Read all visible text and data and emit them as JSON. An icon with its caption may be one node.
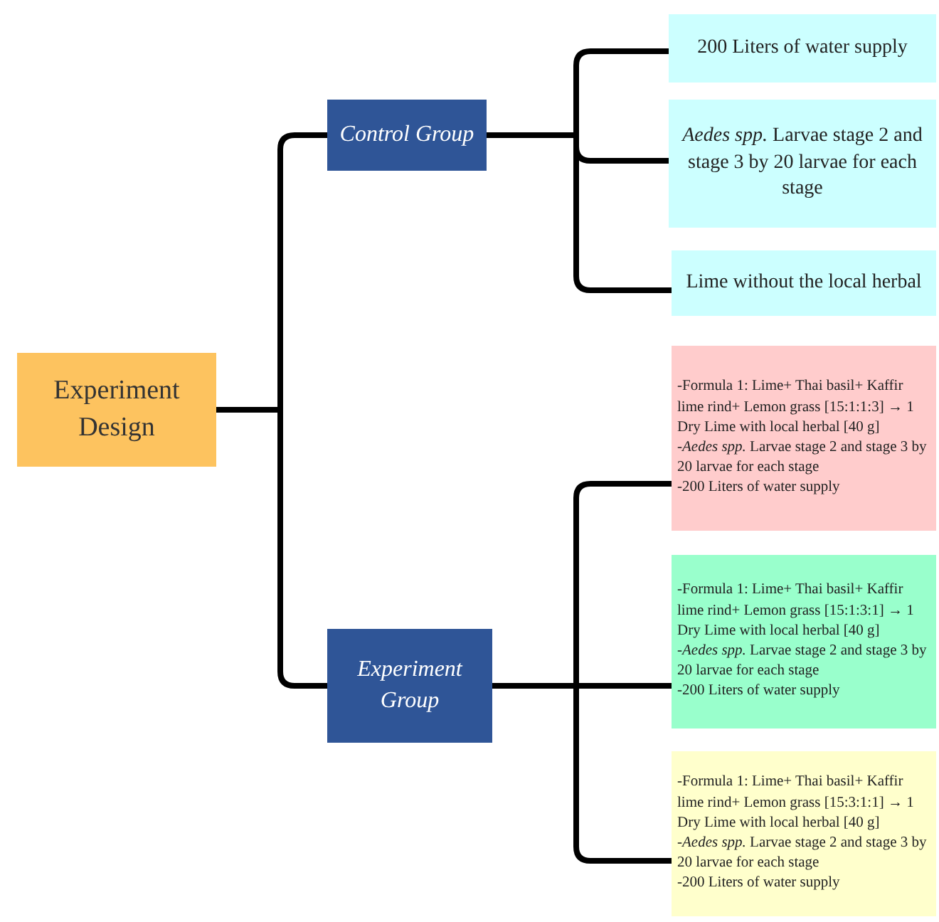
{
  "diagram": {
    "nodes": [
      {
        "text": [
          "Experiment Design"
        ]
      },
      {
        "text": [
          "Control Group"
        ]
      },
      {
        "text": [
          "Experiment Group"
        ]
      },
      {
        "text": [
          "200 Liters of water supply"
        ]
      },
      {
        "text": [
          "*Aedes spp.* Larvae stage 2 and stage 3 by 20 larvae for each stage"
        ]
      },
      {
        "text": [
          "Lime without the local herbal"
        ]
      },
      {
        "text": [
          "-Formula 1: Lime+ Thai basil+ Kaffir lime rind+ Lemon grass [15:1:1:3] → 1 Dry Lime with local herbal [40 g]",
          "-*Aedes spp.* Larvae stage 2 and stage 3 by 20 larvae for each stage",
          "-200 Liters of water supply"
        ]
      },
      {
        "text": [
          "-Formula 1: Lime+ Thai basil+ Kaffir lime rind+ Lemon grass [15:1:3:1] → 1 Dry Lime with local herbal [40 g]",
          "-*Aedes spp.* Larvae stage 2 and stage 3 by 20 larvae for each stage",
          "-200 Liters of water supply"
        ]
      },
      {
        "text": [
          "-Formula 1: Lime+ Thai basil+ Kaffir lime rind+ Lemon grass [15:3:1:1] → 1 Dry Lime with local herbal [40 g]",
          "-*Aedes spp.* Larvae stage 2 and stage 3 by 20 larvae for each stage",
          "-200 Liters of water supply"
        ]
      }
    ],
    "edges": [
      {
        "from": 0,
        "to": 1,
        "arrow": "none"
      },
      {
        "from": 0,
        "to": 2,
        "arrow": "none"
      },
      {
        "from": 1,
        "to": 3,
        "arrow": "none"
      },
      {
        "from": 1,
        "to": 4,
        "arrow": "none"
      },
      {
        "from": 1,
        "to": 5,
        "arrow": "none"
      },
      {
        "from": 2,
        "to": 6,
        "arrow": "none"
      },
      {
        "from": 2,
        "to": 7,
        "arrow": "none"
      },
      {
        "from": 2,
        "to": 8,
        "arrow": "none"
      }
    ]
  }
}
